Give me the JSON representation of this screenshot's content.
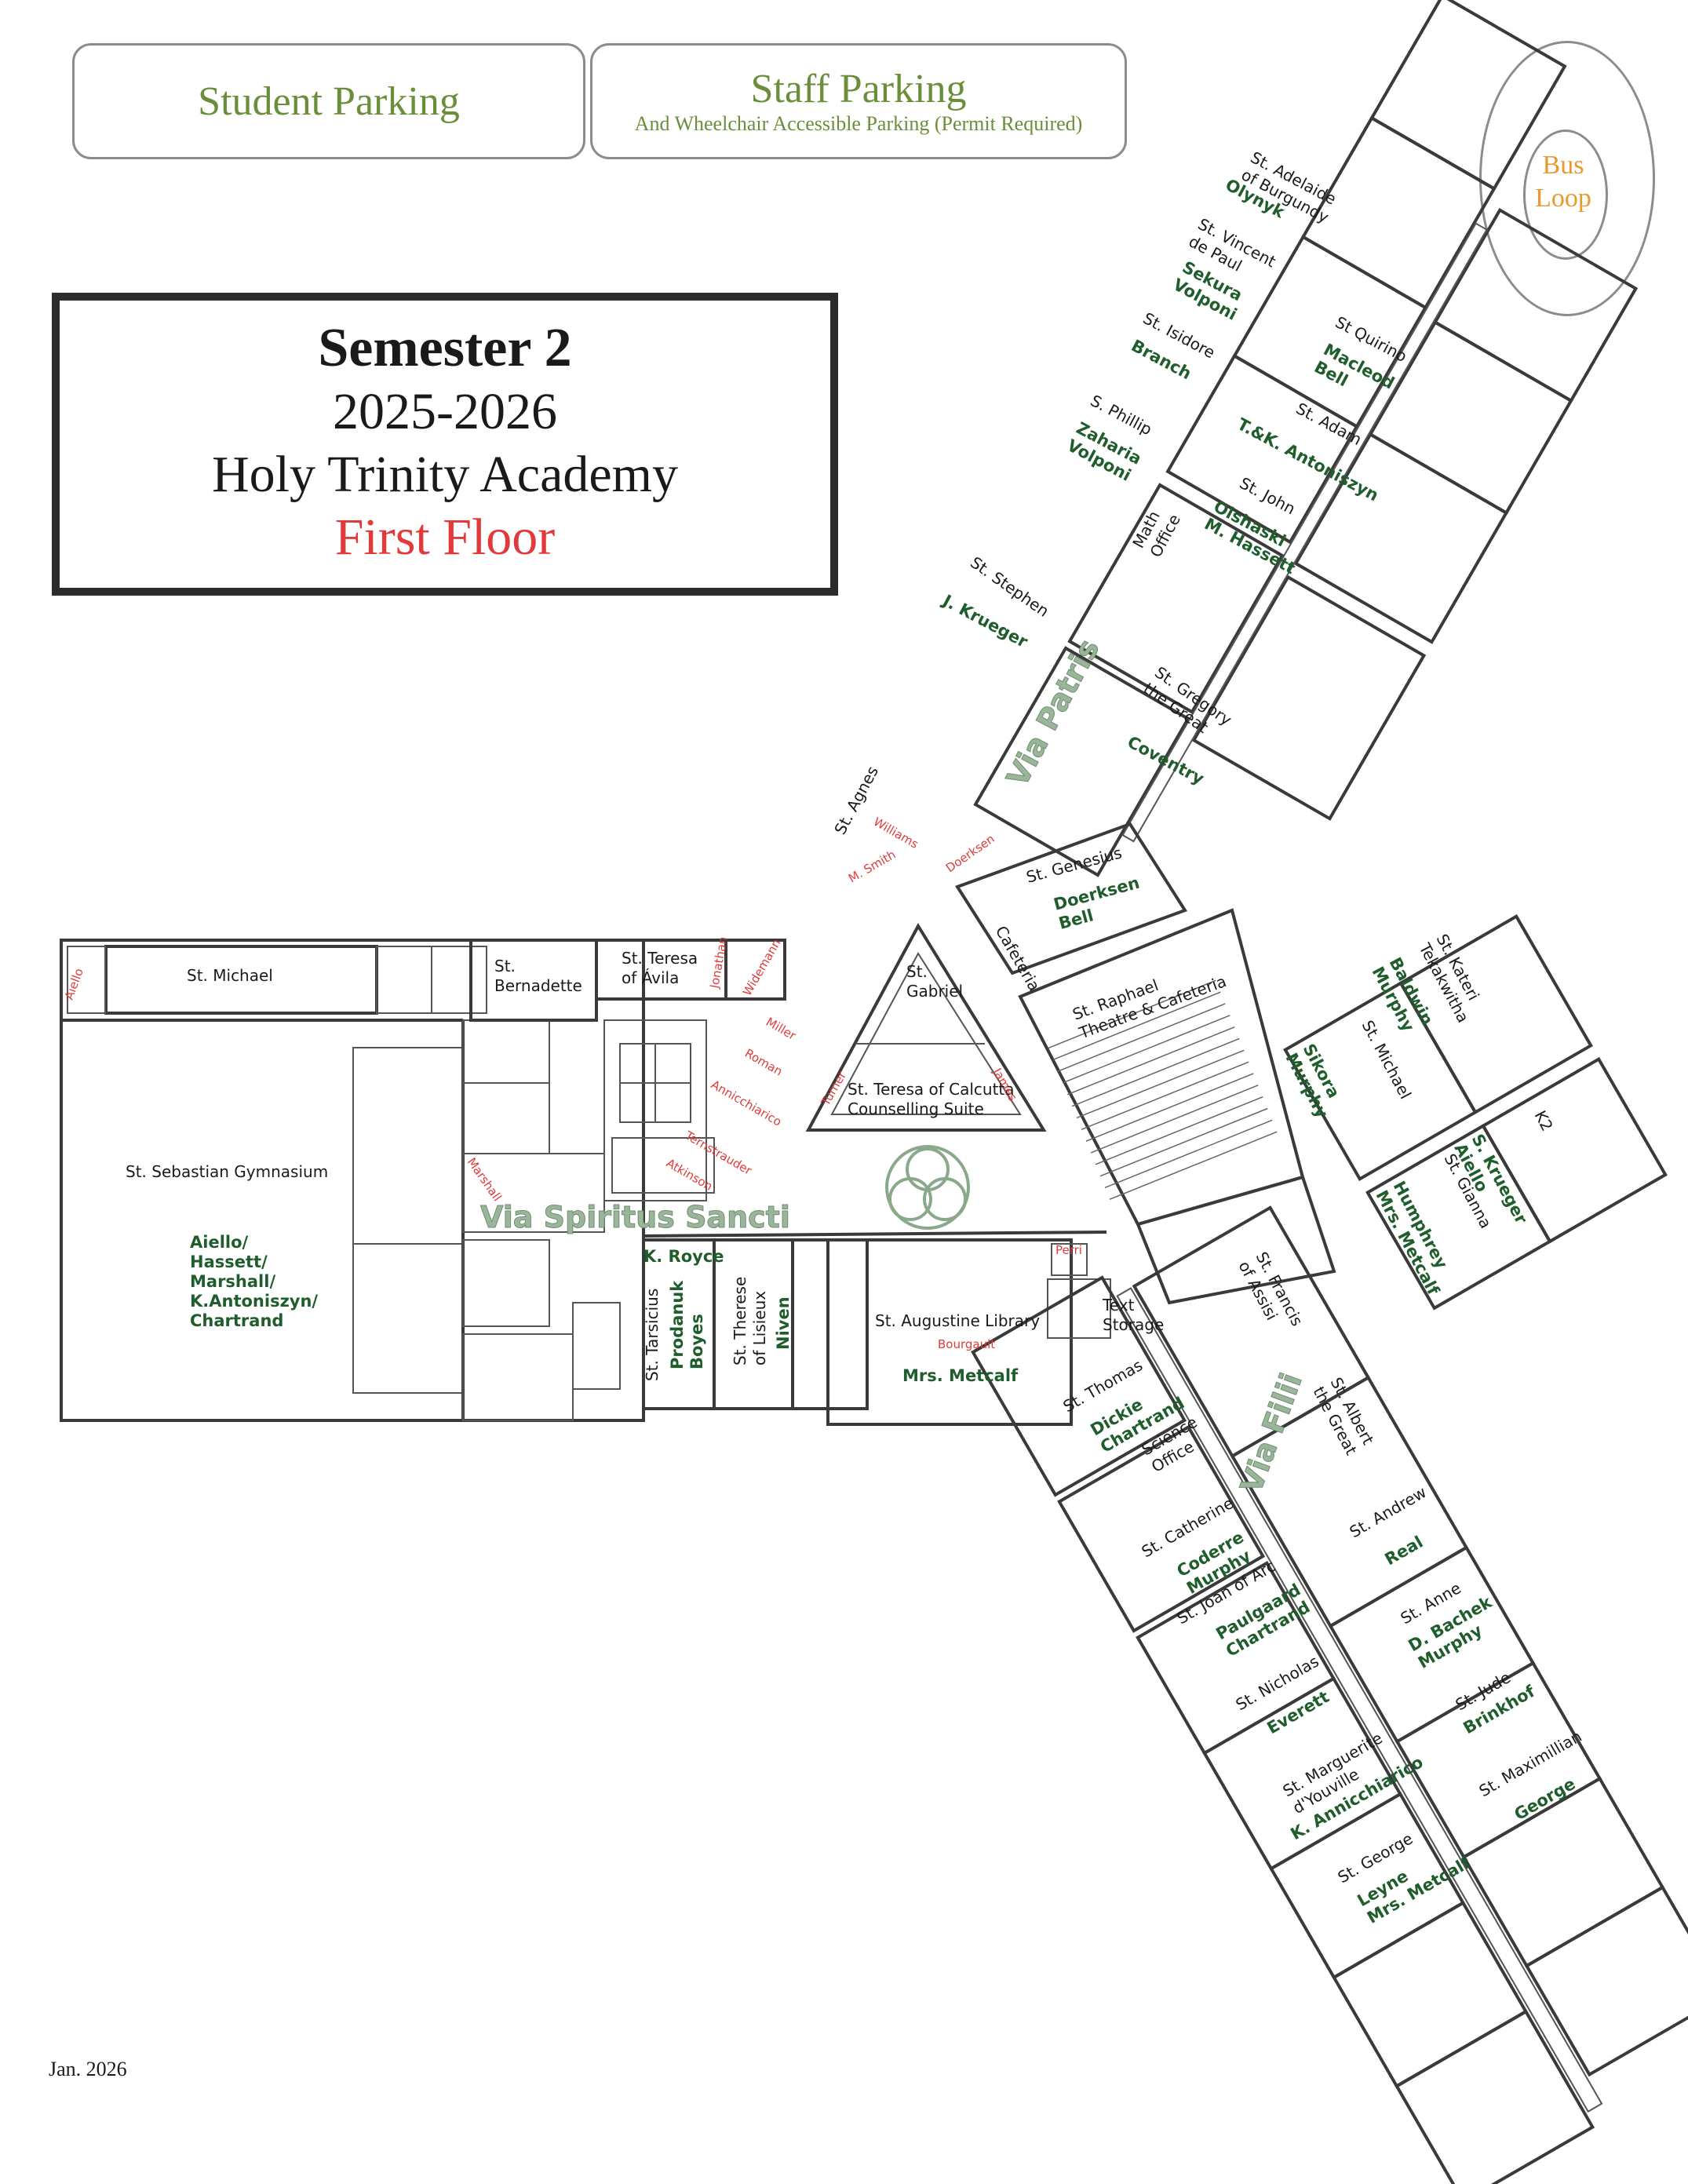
{
  "parking": {
    "student": "Student Parking",
    "staff_title": "Staff Parking",
    "staff_sub": "And Wheelchair Accessible Parking (Permit Required)"
  },
  "bus_loop": {
    "line1": "Bus",
    "line2": "Loop"
  },
  "title": {
    "semester": "Semester 2",
    "year": "2025-2026",
    "school": "Holy Trinity Academy",
    "floor": "First Floor"
  },
  "date": "Jan. 2026",
  "corridors": {
    "via_patris": "Via Patris",
    "via_spiritus": "Via Spiritus Sancti",
    "via_filii": "Via Filii"
  },
  "rooms": {
    "adelaide": [
      "St. Adelaide",
      "of Burgundy"
    ],
    "adelaide_t": [
      "Olynyk"
    ],
    "vincent": [
      "St. Vincent",
      "de Paul"
    ],
    "vincent_t": [
      "Sekura",
      "Volponi"
    ],
    "isidore": [
      "St. Isidore"
    ],
    "isidore_t": [
      "Branch"
    ],
    "quirino": [
      "St Quirino"
    ],
    "quirino_t": [
      "Macleod",
      "Bell"
    ],
    "phillip": [
      "S. Phillip"
    ],
    "phillip_t": [
      "Zaharia",
      "Volponi"
    ],
    "adam": [
      "St. Adam"
    ],
    "adam_t": [
      "T.&K. Antoniszyn"
    ],
    "john": [
      "St. John"
    ],
    "john_t": [
      "Olshaski",
      "M. Hassett"
    ],
    "math_office": [
      "Math",
      "Office"
    ],
    "stephen": [
      "St. Stephen"
    ],
    "stephen_t": [
      "J. Krueger"
    ],
    "gregory": [
      "St. Gregory",
      "the Great"
    ],
    "gregory_t": [
      "Coventry"
    ],
    "agnes": [
      "St. Agnes"
    ],
    "genesius": [
      "St. Genesius"
    ],
    "genesius_t": [
      "Doerksen",
      "Bell"
    ],
    "cafeteria": [
      "Cafeteria"
    ],
    "raphael": [
      "St. Raphael",
      "Theatre & Cafeteria"
    ],
    "kateri": [
      "St. Kateri",
      "Tekakwitha"
    ],
    "kateri_t": [
      "Baldwin",
      "Murphy"
    ],
    "michael_e": [
      "St. Michael"
    ],
    "michael_e_t": [
      "Sikora",
      "Murphy"
    ],
    "k2": [
      "K2"
    ],
    "k2_t": [
      "S. Krueger",
      "Aiello"
    ],
    "gianna": [
      "St. Gianna"
    ],
    "gianna_t": [
      "Humphrey",
      "Mrs. Metcalf"
    ],
    "gabriel": [
      "St.",
      "Gabriel"
    ],
    "teresa_calcutta": [
      "St. Teresa of Calcutta",
      "Counselling Suite"
    ],
    "michael_w": [
      "St. Michael"
    ],
    "bernadette": [
      "St.",
      "Bernadette"
    ],
    "teresa_avila": [
      "St. Teresa",
      "of Ávila"
    ],
    "gym": [
      "St. Sebastian Gymnasium"
    ],
    "gym_t": [
      "Aiello/",
      "Hassett/",
      "Marshall/",
      "K.Antoniszyn/",
      "Chartrand"
    ],
    "royce_t": [
      "K. Royce"
    ],
    "tarsicius": [
      "St. Tarsicius"
    ],
    "tarsicius_t": [
      "Prodanuk",
      "Boyes"
    ],
    "therese": [
      "St. Therese",
      "of Lisieux"
    ],
    "therese_t": [
      "Niven"
    ],
    "library": [
      "St. Augustine Library"
    ],
    "library_t": [
      "Mrs. Metcalf"
    ],
    "text_storage": [
      "Text",
      "Storage"
    ],
    "francis": [
      "St. Francis",
      "of Assisi"
    ],
    "thomas": [
      "St. Thomas"
    ],
    "thomas_t": [
      "Dickie",
      "Chartrand"
    ],
    "science_office": [
      "Science",
      "Office"
    ],
    "albert": [
      "St. Albert",
      "the Great"
    ],
    "catherine": [
      "St. Catherine"
    ],
    "catherine_t": [
      "Coderre",
      "Murphy"
    ],
    "andrew": [
      "St. Andrew"
    ],
    "andrew_t": [
      "Real"
    ],
    "joan": [
      "St. Joan of Arc"
    ],
    "joan_t": [
      "Paulgaard",
      "Chartrand"
    ],
    "anne": [
      "St. Anne"
    ],
    "anne_t": [
      "D. Bachek",
      "Murphy"
    ],
    "nicholas": [
      "St. Nicholas"
    ],
    "nicholas_t": [
      "Everett"
    ],
    "jude": [
      "St. Jude"
    ],
    "jude_t": [
      "Brinkhof"
    ],
    "marguerite": [
      "St. Marguerite",
      "d'Youville"
    ],
    "marguerite_t": [
      "K. Annicchiarico"
    ],
    "maximillian": [
      "St. Maximillian"
    ],
    "maximillian_t": [
      "George"
    ],
    "george": [
      "St. George"
    ],
    "george_t": [
      "Leyne",
      "Mrs. Metcalf"
    ]
  },
  "offices": {
    "williams": "Williams",
    "m_smith": "M. Smith",
    "doerksen": "Doerksen",
    "aiello": "Aiello",
    "jonathan": "Jonathan",
    "widemann": "Widemann",
    "miller": "Miller",
    "roman": "Roman",
    "annicchiarico": "Annicchiarico",
    "ternstrauder": "Ternstrauder",
    "atkinson": "Atkinson",
    "marshall": "Marshall",
    "turner": "Turner",
    "james": "James",
    "perri": "Perri",
    "bourgault": "Bourgault"
  }
}
